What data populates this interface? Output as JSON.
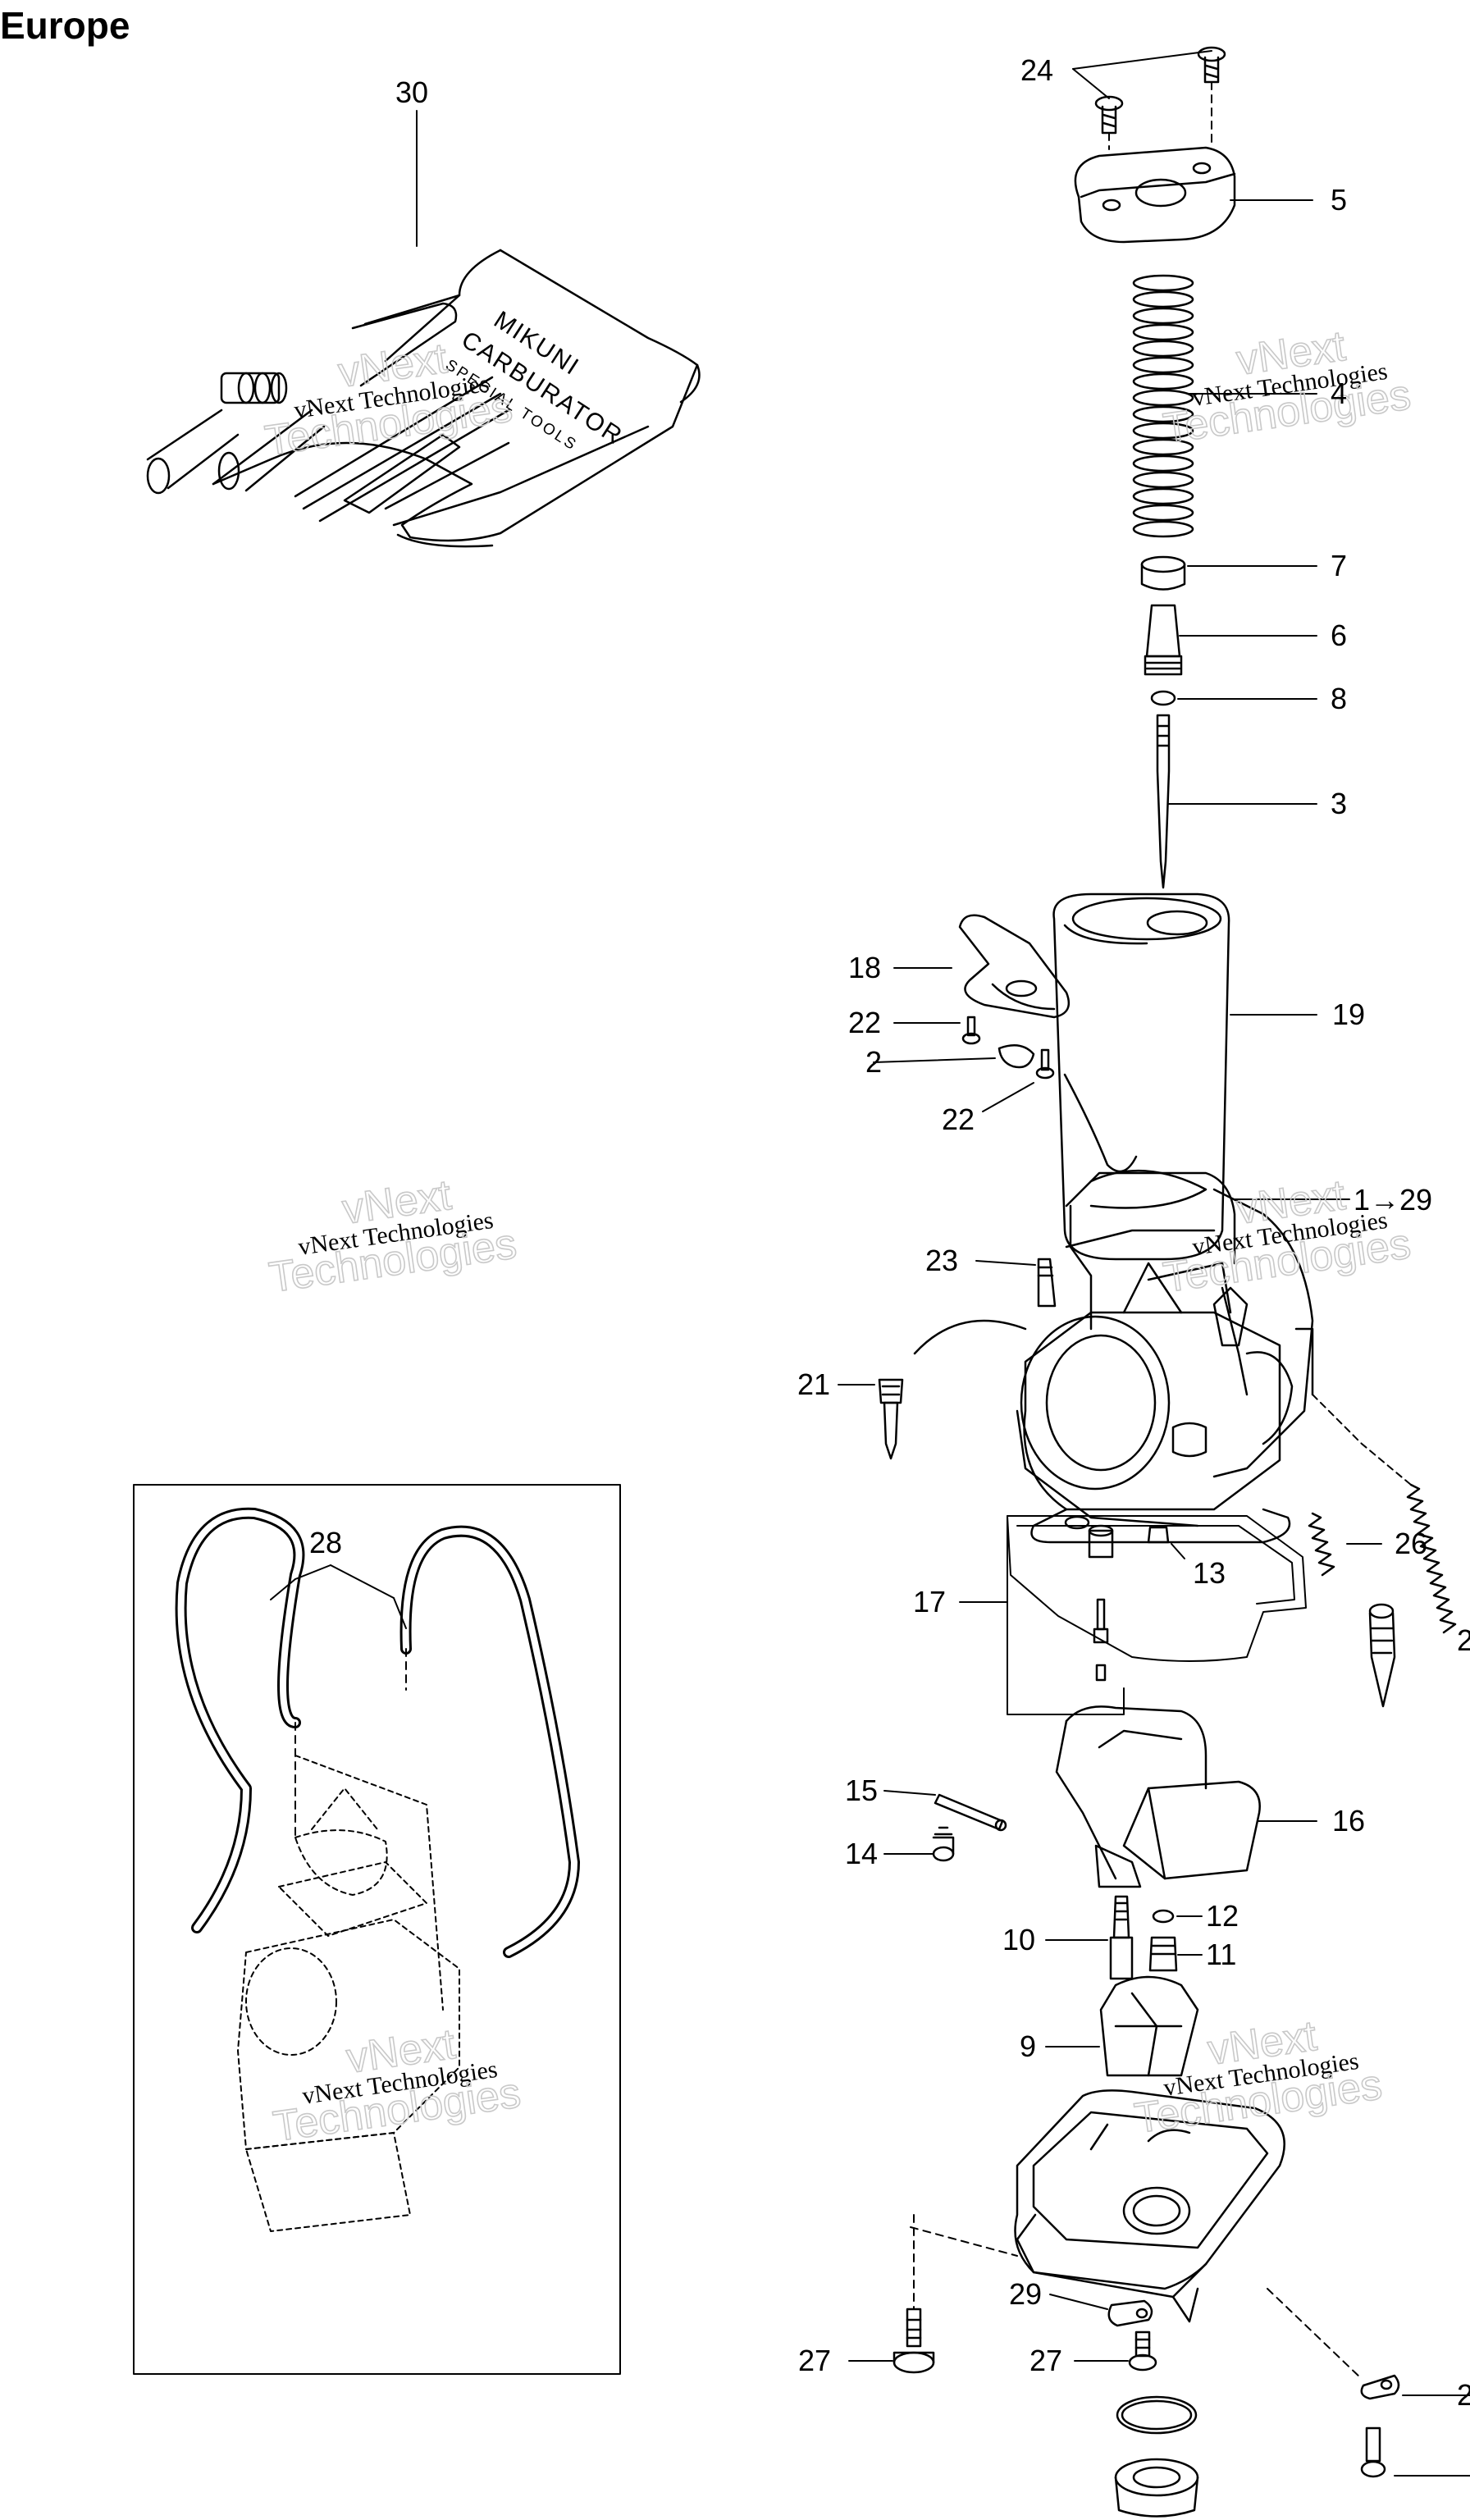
{
  "region": "Europe",
  "callouts": [
    "30",
    "24",
    "5",
    "4",
    "7",
    "6",
    "8",
    "3",
    "18",
    "22",
    "2",
    "22",
    "19",
    "1→29",
    "23",
    "21",
    "26",
    "17",
    "13",
    "28",
    "15",
    "16",
    "14",
    "12",
    "10",
    "11",
    "9",
    "29",
    "27",
    "27"
  ],
  "edge_labels": [
    "2",
    "2"
  ],
  "tool_kit": {
    "line1": "MIKUNI",
    "line2": "CARBURATOR",
    "line3": "SPECIAL TOOLS"
  },
  "watermark": {
    "line1": "vNext Technologies",
    "outline1": "vNext",
    "outline2": "Technologies"
  }
}
